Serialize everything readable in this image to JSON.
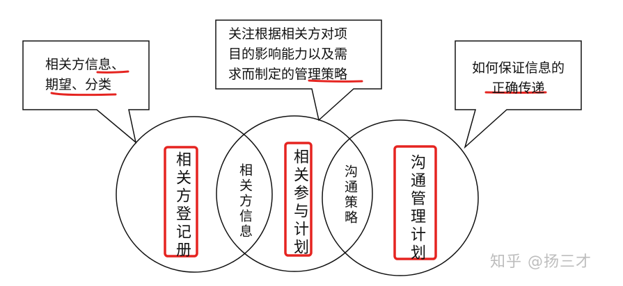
{
  "colors": {
    "stroke": "#111111",
    "highlight": "#e52420",
    "watermark": "#bdbdbd",
    "background": "#ffffff"
  },
  "callouts": {
    "left": {
      "line1_plain": "相关方",
      "line1_underlined": "信息、",
      "line2_underlined": "期望、分类"
    },
    "middle": {
      "line1": "关注根据相关方对项",
      "line2": "目的影响能力以及需",
      "line3_plain": "求而制定的",
      "line3_underlined": "管理策略"
    },
    "right": {
      "line1": "如何保证信息的",
      "line2_underlined": "正确传递"
    }
  },
  "circles": {
    "left": {
      "label": "相关方登记册"
    },
    "middle": {
      "label": "相关参与计划"
    },
    "right": {
      "label": "沟通管理计划"
    }
  },
  "intersections": {
    "left_middle": "相关方信息",
    "middle_right": "沟通策略"
  },
  "watermark": "知乎 @扬三才"
}
